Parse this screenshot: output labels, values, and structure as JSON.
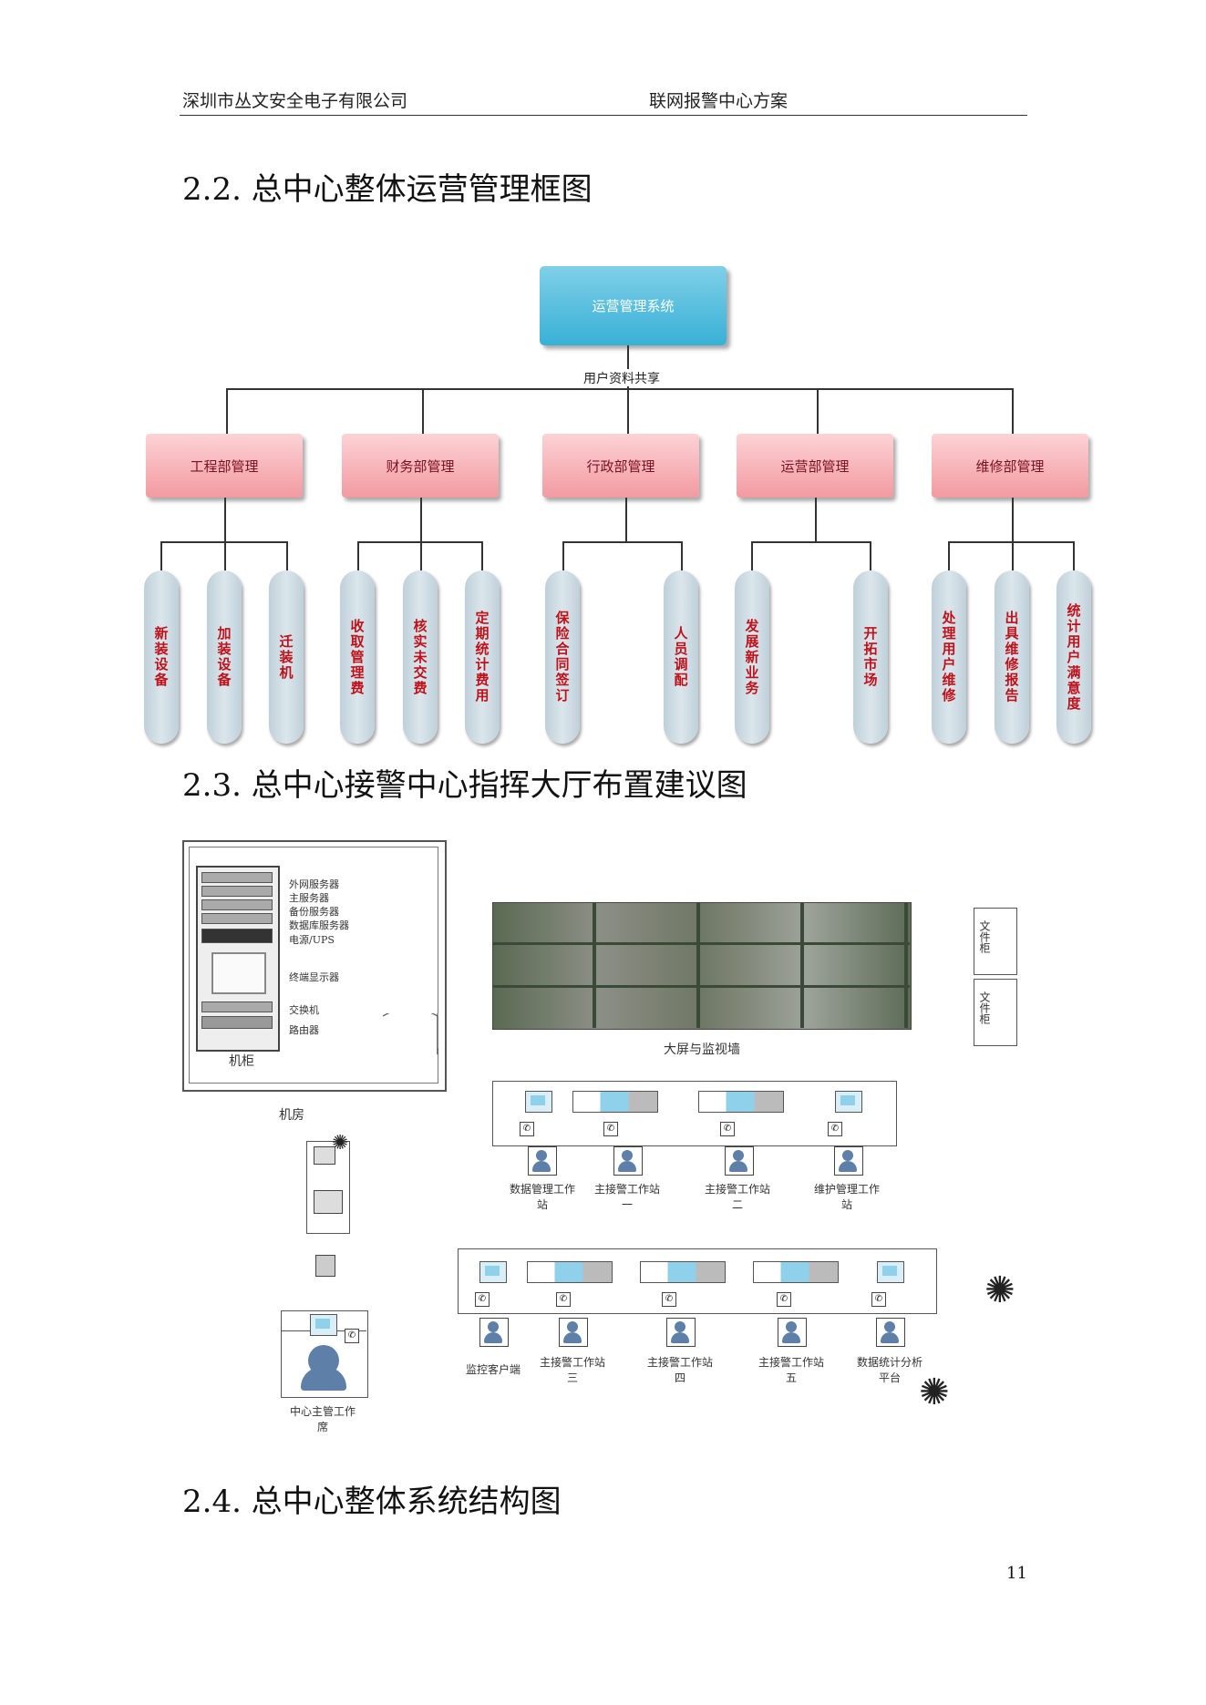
{
  "header": {
    "company": "深圳市丛文安全电子有限公司",
    "doc_title": "联网报警中心方案"
  },
  "sections": {
    "s22": "2.2.  总中心整体运营管理框图",
    "s23": "2.3.  总中心接警中心指挥大厅布置建议图",
    "s24": "2.4.  总中心整体系统结构图"
  },
  "org": {
    "root": "运营管理系统",
    "share_label": "用户资料共享",
    "depts": [
      "工程部管理",
      "财务部管理",
      "行政部管理",
      "运营部管理",
      "维修部管理"
    ],
    "tasks": [
      [
        "新装设备",
        "加装设备",
        "迁装机"
      ],
      [
        "收取管理费",
        "核实未交费",
        "定期统计费用"
      ],
      [
        "保险合同签订",
        "人员调配"
      ],
      [
        "发展新业务",
        "开拓市场"
      ],
      [
        "处理用户维修",
        "出具维修报告",
        "统计用户满意度"
      ]
    ]
  },
  "layout": {
    "rack_items": [
      "外网服务器",
      "主服务器",
      "备份服务器",
      "数据库服务器",
      "电源/UPS",
      "终端显示器",
      "交换机",
      "路由器"
    ],
    "cabinet_label": "机柜",
    "machine_room": "机房",
    "video_wall": "大屏与监视墙",
    "file_cabinet": "文件柜",
    "row1": [
      "数据管理工作站",
      "主接警工作站一",
      "主接警工作站二",
      "维护管理工作站"
    ],
    "row2": [
      "监控客户端",
      "主接警工作站三",
      "主接警工作站四",
      "主接警工作站五",
      "数据统计分析平台"
    ],
    "supervisor": "中心主管工作席"
  },
  "page_number": "11"
}
